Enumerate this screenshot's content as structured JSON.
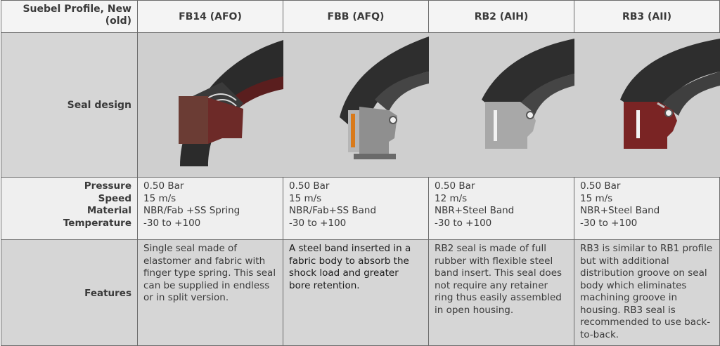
{
  "header": {
    "corner_label": "Suebel Profile, New (old)",
    "columns": [
      "FB14 (AFO)",
      "FBB (AFQ)",
      "RB2 (AIH)",
      "RB3 (AII)"
    ]
  },
  "rows": {
    "design_label": "Seal design",
    "spec_labels": [
      "Pressure",
      "Speed",
      "Material",
      "Temperature"
    ],
    "features_label": "Features"
  },
  "seals": [
    {
      "image_icon": "seal-fb14-cross-section-icon",
      "pressure": "0.50 Bar",
      "speed": "15 m/s",
      "material": "NBR/Fab +SS Spring",
      "temperature": "-30 to +100",
      "features": "Single seal made of elastomer and fabric with finger type spring. This seal can be supplied in endless or in split version."
    },
    {
      "image_icon": "seal-fbb-cross-section-icon",
      "pressure": "0.50 Bar",
      "speed": "15 m/s",
      "material": "NBR/Fab+SS Band",
      "temperature": "-30 to +100",
      "features": "A steel band inserted in a fabric body to absorb the shock load and greater bore retention."
    },
    {
      "image_icon": "seal-rb2-cross-section-icon",
      "pressure": "0.50 Bar",
      "speed": "12 m/s",
      "material": "NBR+Steel Band",
      "temperature": "-30 to +100",
      "features": "RB2 seal is made of full rubber with flexible steel band insert. This seal does not require any retainer ring thus easily assembled in open housing."
    },
    {
      "image_icon": "seal-rb3-cross-section-icon",
      "pressure": "0.50 Bar",
      "speed": "15 m/s",
      "material": "NBR+Steel Band",
      "temperature": "-30 to +100",
      "features": "RB3 is similar to RB1 profile but with additional distribution groove on seal body which eliminates machining groove in housing. RB3 seal is recommended to use back-to-back."
    }
  ]
}
